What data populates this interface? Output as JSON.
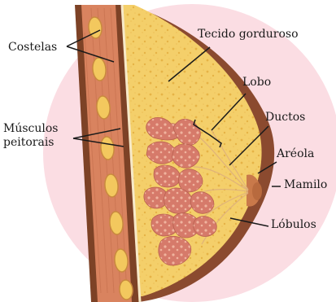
{
  "labels": {
    "costelas": "Costelas",
    "musculos": "Músculos peitorais",
    "tecido": "Tecido gorduroso",
    "lobo": "Lobo",
    "ductos": "Ductos",
    "areola": "Aréola",
    "mamilo": "Mamilo",
    "lobulos": "Lóbulos"
  },
  "colors": {
    "background_circle": "#fad8df",
    "skin_outer": "#8b4a2f",
    "fat": "#f4cf6a",
    "fat_speckle": "#e9b84a",
    "muscle": "#d9835f",
    "rib": "#f3c85e",
    "gland": "#d67a6a",
    "gland_spot": "#f2b5a0",
    "areola": "#c9794a",
    "line": "#1a1a1a"
  }
}
